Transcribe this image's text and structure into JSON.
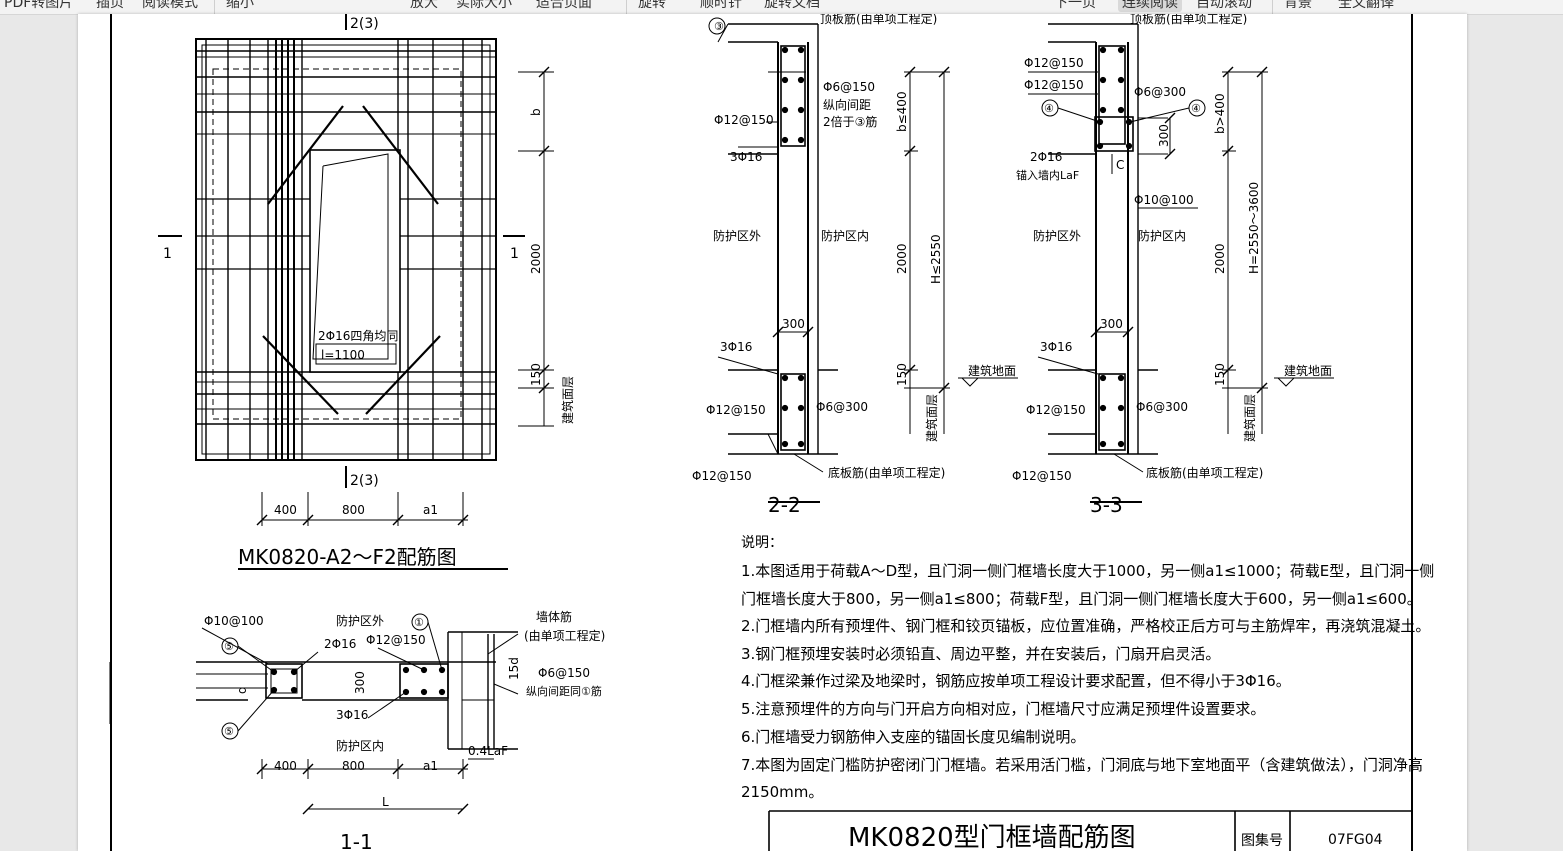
{
  "toolbar": {
    "items": [
      "PDF转图片",
      "插页",
      "阅读模式",
      "缩小",
      "放大",
      "实际大小",
      "适合页面",
      "旋转",
      "顺时针",
      "旋转文档",
      "下一页",
      "连续阅读",
      "自动滚动",
      "背景",
      "全文翻译"
    ],
    "active_index": 11
  },
  "drawing": {
    "elevation": {
      "title": "MK0820-A2～F2配筋图",
      "section_mark_top": "2(3)",
      "section_mark_bottom": "2(3)",
      "section_1_left": "1",
      "section_1_right": "1",
      "dims_bottom": [
        "400",
        "800",
        "a1"
      ],
      "dims_right": [
        "b",
        "2000",
        "150"
      ],
      "right_label": "建筑面层",
      "rebar_note": "2Φ16四角均同",
      "length_note": "l=1100"
    },
    "section22": {
      "title": "2-2",
      "label_a": "③",
      "top": "顶板筋(由单项工程定)",
      "tie": "Φ6@150",
      "spacing": "纵向间距",
      "spacing2": "2倍于③筋",
      "bar_a": "Φ12@150",
      "bar_b": "3Φ16",
      "outside": "防护区外",
      "inside": "防护区内",
      "w": "300",
      "bar_c": "3Φ16",
      "bar_d": "Φ12@150",
      "tie2": "Φ6@300",
      "bar_e": "Φ12@150",
      "bottom": "底板筋(由单项工程定)",
      "dim_b": "b≤400",
      "dim_2000": "2000",
      "dim_h": "H≤2550",
      "dim_150": "150",
      "ground": "建筑地面",
      "layer": "建筑面层"
    },
    "section33": {
      "title": "3-3",
      "top": "顶板筋(由单项工程定)",
      "bar_a": "Φ12@150",
      "bar_b": "Φ12@150",
      "label_4": "④",
      "label_4r": "④",
      "tie": "Φ6@300",
      "dim_300": "300",
      "bar_c": "2Φ16",
      "anchor": "锚入墙内LaF",
      "c": "C",
      "bar_d": "Φ10@100",
      "outside": "防护区外",
      "inside": "防护区内",
      "w": "300",
      "bar_e": "3Φ16",
      "bar_f": "Φ12@150",
      "tie2": "Φ6@300",
      "bar_g": "Φ12@150",
      "bottom": "底板筋(由单项工程定)",
      "dim_b": "b>400",
      "dim_2000": "2000",
      "dim_h": "H=2550～3600",
      "dim_150": "150",
      "ground": "建筑地面",
      "layer": "建筑面层"
    },
    "section11": {
      "title": "1-1",
      "bar_a": "Φ10@100",
      "label_5a": "⑤",
      "label_5b": "⑤",
      "outside": "防护区外",
      "bar_b": "2Φ16",
      "bar_c": "Φ12@150",
      "label_1": "①",
      "wall": "墙体筋",
      "wall2": "(由单项工程定)",
      "dim_300": "300",
      "dim_15d": "15d",
      "tie": "Φ6@150",
      "spacing": "纵向间距同①筋",
      "bar_d": "3Φ16",
      "d": "d",
      "inside": "防护区内",
      "dims": [
        "400",
        "800",
        "a1"
      ],
      "dim_04": "0.4LaF",
      "dim_L": "L"
    },
    "notes_title": "说明：",
    "notes": [
      "1.本图适用于荷载A～D型，且门洞一侧门框墙长度大于1000，另一侧a1≤1000；荷载E型，且门洞一侧",
      "门框墙长度大于800，另一侧a1≤800；荷载F型，且门洞一侧门框墙长度大于600，另一侧a1≤600。",
      "2.门框墙内所有预埋件、钢门框和铰页锚板，应位置准确，严格校正后方可与主筋焊牢，再浇筑混凝土。",
      "3.钢门框预埋安装时必须铅直、周边平整，并在安装后，门扇开启灵活。",
      "4.门框梁兼作过梁及地梁时，钢筋应按单项工程设计要求配置，但不得小于3Φ16。",
      "5.注意预埋件的方向与门开启方向相对应，门框墙尺寸应满足预埋件设置要求。",
      "6.门框墙受力钢筋伸入支座的锚固长度见编制说明。",
      "7.本图为固定门槛防护密闭门门框墙。若采用活门槛，门洞底与地下室地面平（含建筑做法），门洞净高",
      "2150mm。"
    ],
    "title_block": {
      "title": "MK0820型门框墙配筋图",
      "atlas_label": "图集号",
      "atlas_no": "07FG04"
    }
  }
}
